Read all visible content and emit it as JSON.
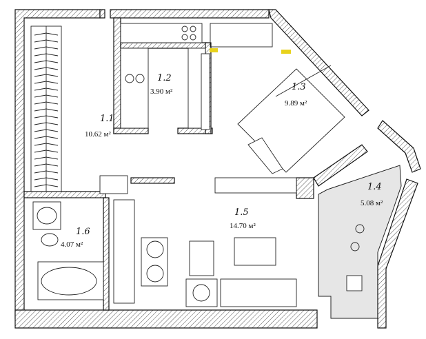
{
  "rooms": [
    {
      "id": "1.1",
      "number": "1.1",
      "area": "10.62 м²"
    },
    {
      "id": "1.2",
      "number": "1.2",
      "area": "3.90 м²"
    },
    {
      "id": "1.3",
      "number": "1.3",
      "area": "9.89 м²"
    },
    {
      "id": "1.4",
      "number": "1.4",
      "area": "5.08 м²"
    },
    {
      "id": "1.5",
      "number": "1.5",
      "area": "14.70 м²"
    },
    {
      "id": "1.6",
      "number": "1.6",
      "area": "4.07 м²"
    }
  ],
  "colors": {
    "wall_outline": "#111111",
    "hatch": "#555555",
    "balcony_fill": "#e6e6e6",
    "accent_yellow": "#e8d21c",
    "background": "#ffffff"
  }
}
